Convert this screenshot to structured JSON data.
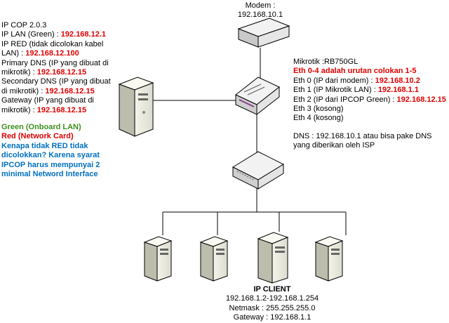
{
  "modem": {
    "title": "Modem :",
    "ip": "192.168.10.1"
  },
  "ipcop": {
    "version": "IP COP 2.0.3",
    "lan_label": "IP LAN (Green) : ",
    "lan_ip": "192.168.12.1",
    "red_label_1": "IP RED (tidak dicolokan kabel",
    "red_label_2": "LAN) : ",
    "red_ip": "192.168.12.100",
    "pdns_label_1": "Primary DNS (IP yang dibuat di",
    "pdns_label_2": "mikrotik) : ",
    "pdns_ip": "192.168.12.15",
    "sdns_label_1": "Secondary DNS (IP yang dibuat",
    "sdns_label_2": "di mikrotik) : ",
    "sdns_ip": "192.168.12.15",
    "gw_label_1": "Gateway (IP yang dibuat di",
    "gw_label_2": "mikrotik) : ",
    "gw_ip": "192.168.12.15"
  },
  "legend": {
    "green": "Green (Onboard LAN)",
    "red": "Red (Network Card)",
    "note_1": "Kenapa tidak RED tidak",
    "note_2": "dicolokkan? Karena syarat",
    "note_3": "IPCOP harus mempunyai 2",
    "note_4": "minimal Netword Interface"
  },
  "mikrotik": {
    "title": "Mikrotik :RB750GL",
    "order_note": "Eth 0-4 adalah urutan colokan 1-5",
    "eth0_label": "Eth 0 (IP dari modem) : ",
    "eth0_ip": "192.168.10.2",
    "eth1_label": "Eth 1 (IP Mikrotik LAN) : ",
    "eth1_ip": "192.168.1.1",
    "eth2_label": "Eth 2 (IP dari IPCOP Green) : ",
    "eth2_ip": "192.168.12.15",
    "eth3": "Eth 3 (kosong)",
    "eth4": "Eth 4 (kosong)",
    "dns_1": "DNS : 192.168.10.1 atau bisa pake DNS",
    "dns_2": "yang diberikan oleh ISP"
  },
  "client": {
    "title": "IP CLIENT",
    "range": "192.168.1.2-192.168.1.254",
    "netmask": "Netmask : 255.255.255.0",
    "gateway": "Gateway : 192.168.1.1"
  }
}
